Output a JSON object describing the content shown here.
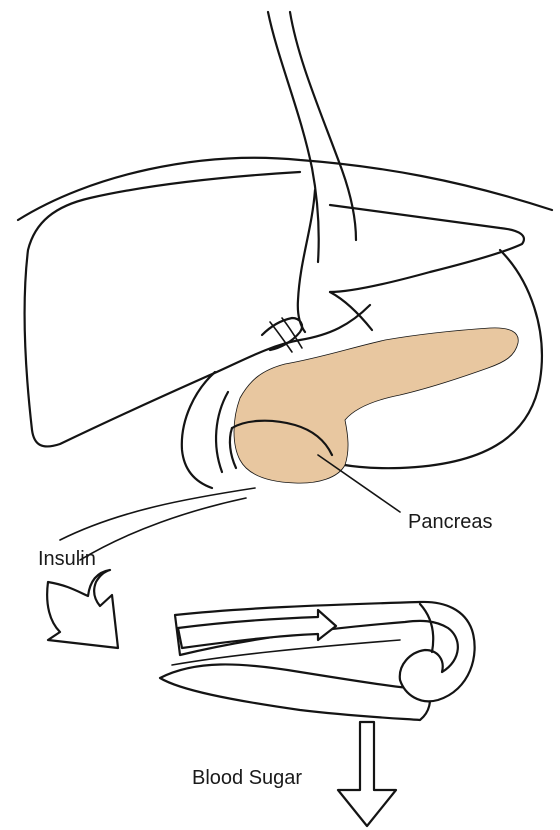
{
  "labels": {
    "pancreas": "Pancreas",
    "insulin": "Insulin",
    "blood_sugar": "Blood Sugar"
  },
  "colors": {
    "pancreas_fill": "#e8c7a0",
    "line": "#141414",
    "background": "#ffffff"
  }
}
